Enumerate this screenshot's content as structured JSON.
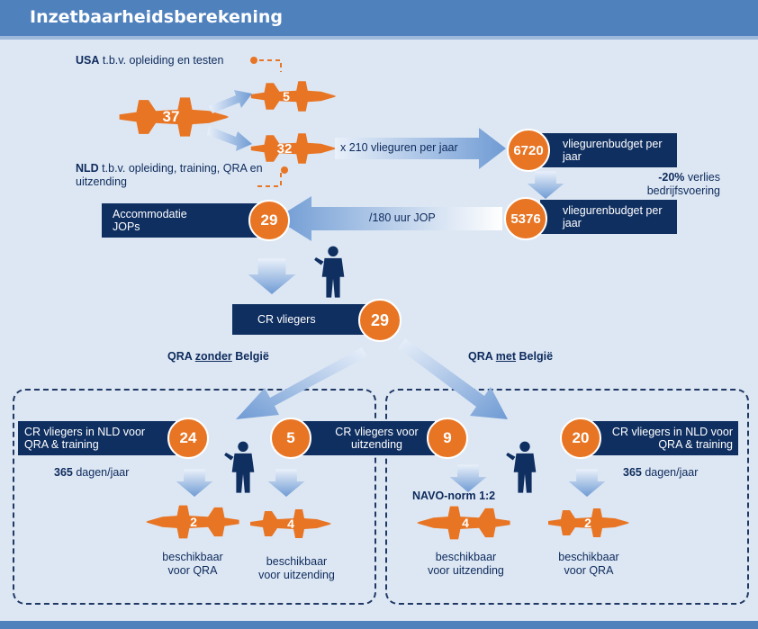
{
  "header": {
    "title": "Inzetbaarheidsberekening"
  },
  "fleet": {
    "total": "37",
    "usa_count": "5",
    "nld_count": "32",
    "usa_prefix": "USA",
    "usa_text": " t.b.v. opleiding en testen",
    "nld_prefix": "NLD",
    "nld_text": " t.b.v. opleiding, training, QRA en uitzending"
  },
  "flow": {
    "hours_label": "x 210 vlieguren per jaar",
    "budget1_value": "6720",
    "budget1_label": "vliegurenbudget per jaar",
    "loss_bold": "-20%",
    "loss_text": " verlies bedrijfsvoering",
    "budget2_value": "5376",
    "budget2_label": "vliegurenbudget per jaar",
    "jop_label": "/180 uur JOP",
    "accom_label": "Accommodatie JOPs",
    "accom_value": "29",
    "cr_label": "CR vliegers",
    "cr_value": "29"
  },
  "scenarios": {
    "without": {
      "title_pre": "QRA ",
      "title_ul": "zonder",
      "title_post": " België",
      "qra_label": "CR vliegers in NLD voor QRA & training",
      "qra_value": "24",
      "dep_value": "5",
      "days_bold": "365",
      "days_text": " dagen/jaar",
      "avail_qra_value": "2",
      "avail_qra_label": "beschikbaar voor QRA",
      "avail_dep_value": "4",
      "avail_dep_label": "beschikbaar voor uitzending"
    },
    "with": {
      "title_pre": "QRA ",
      "title_ul": "met",
      "title_post": " België",
      "dep_label": "CR vliegers voor uitzending",
      "dep_value": "9",
      "qra_value": "20",
      "qra_label": "CR vliegers in NLD voor QRA & training",
      "norm_label": "NAVO-norm 1:2",
      "days_bold": "365",
      "days_text": " dagen/jaar",
      "avail_dep_value": "4",
      "avail_dep_label": "beschikbaar voor uitzending",
      "avail_qra_value": "2",
      "avail_qra_label": "beschikbaar voor QRA"
    }
  },
  "colors": {
    "navy": "#0f2f61",
    "orange": "#e87524",
    "header": "#4f81bd",
    "arrow": "#8fb3e0",
    "background": "#dde7f3"
  },
  "icons": [
    "f35-jet-icon",
    "pilot-silhouette-icon",
    "down-arrow-icon",
    "right-arrow-icon",
    "left-arrow-icon"
  ]
}
